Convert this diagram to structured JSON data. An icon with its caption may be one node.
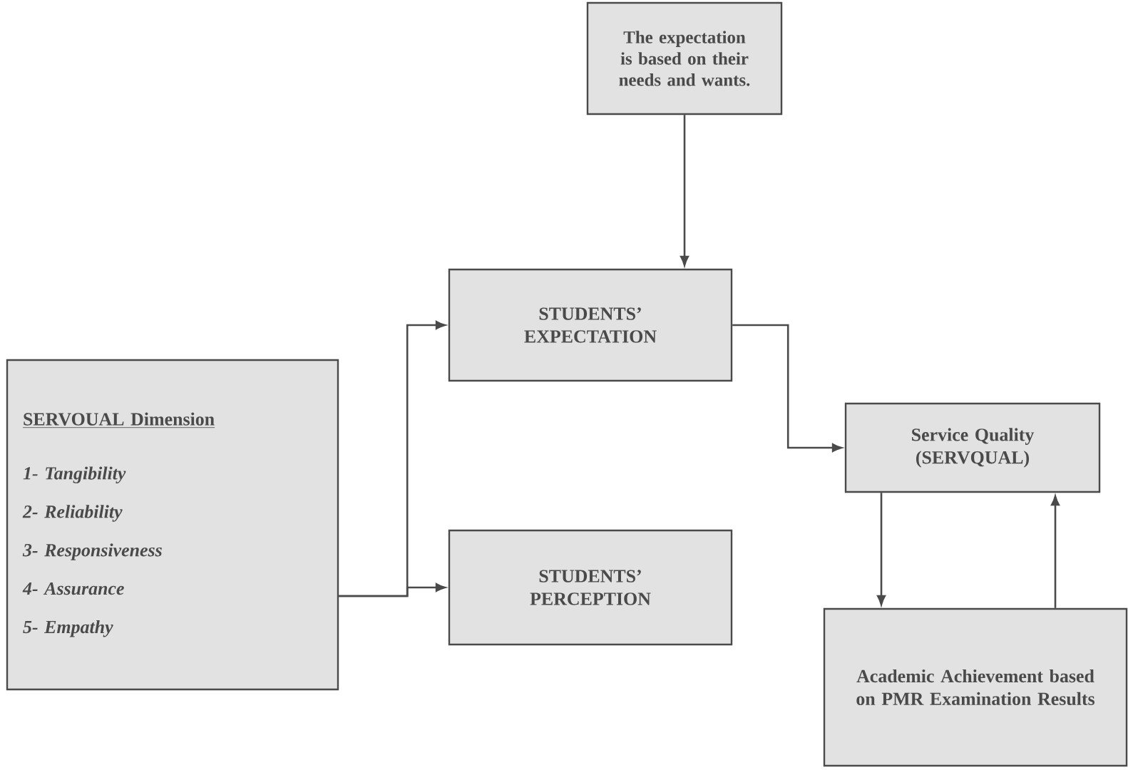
{
  "diagram": {
    "nodes": [
      {
        "text": [
          "The expectation is based on their needs and wants."
        ]
      },
      {
        "text": [
          "SERVOUAL Dimension",
          "1- Tangibility",
          "2- Reliability",
          "3- Responsiveness",
          "4- Assurance",
          "5- Empathy"
        ]
      },
      {
        "text": [
          "STUDENTS’ EXPECTATION"
        ]
      },
      {
        "text": [
          "STUDENTS’ PERCEPTION"
        ]
      },
      {
        "text": [
          "Service Quality (SERVQUAL)"
        ]
      },
      {
        "text": [
          "Academic Achievement based on PMR Examination Results"
        ]
      }
    ],
    "edges": [
      {
        "from": 0,
        "to": 2,
        "arrow": "to"
      },
      {
        "from": 1,
        "to": 2,
        "arrow": "to"
      },
      {
        "from": 1,
        "to": 3,
        "arrow": "to"
      },
      {
        "from": 2,
        "to": 4,
        "arrow": "to"
      },
      {
        "from": 4,
        "to": 5,
        "arrow": "to"
      },
      {
        "from": 5,
        "to": 4,
        "arrow": "to"
      }
    ]
  }
}
